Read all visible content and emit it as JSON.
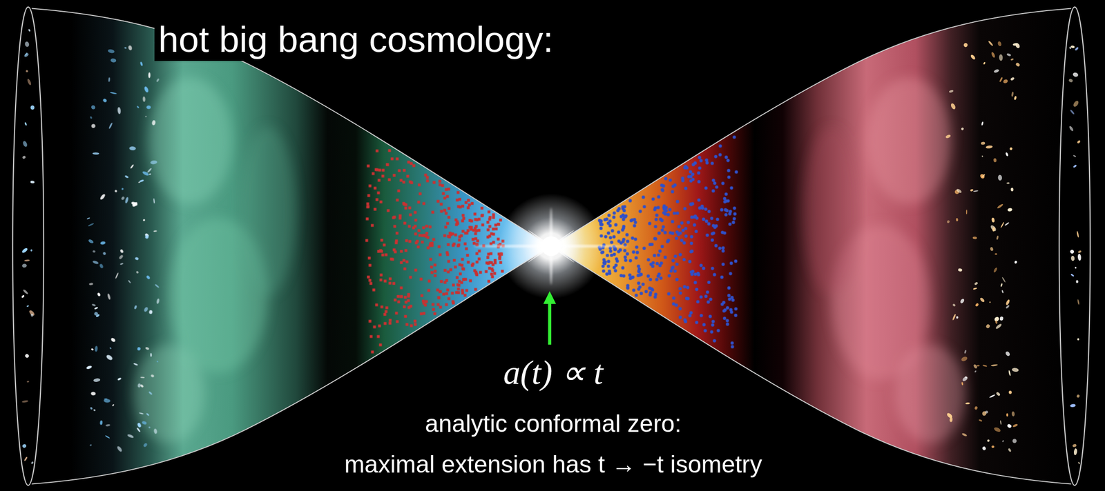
{
  "diagram": {
    "title": "hot big bang cosmology:",
    "labels": [
      "a(t) ∝ t",
      "analytic conformal zero:",
      "maximal extension has t → −t isometry"
    ]
  }
}
